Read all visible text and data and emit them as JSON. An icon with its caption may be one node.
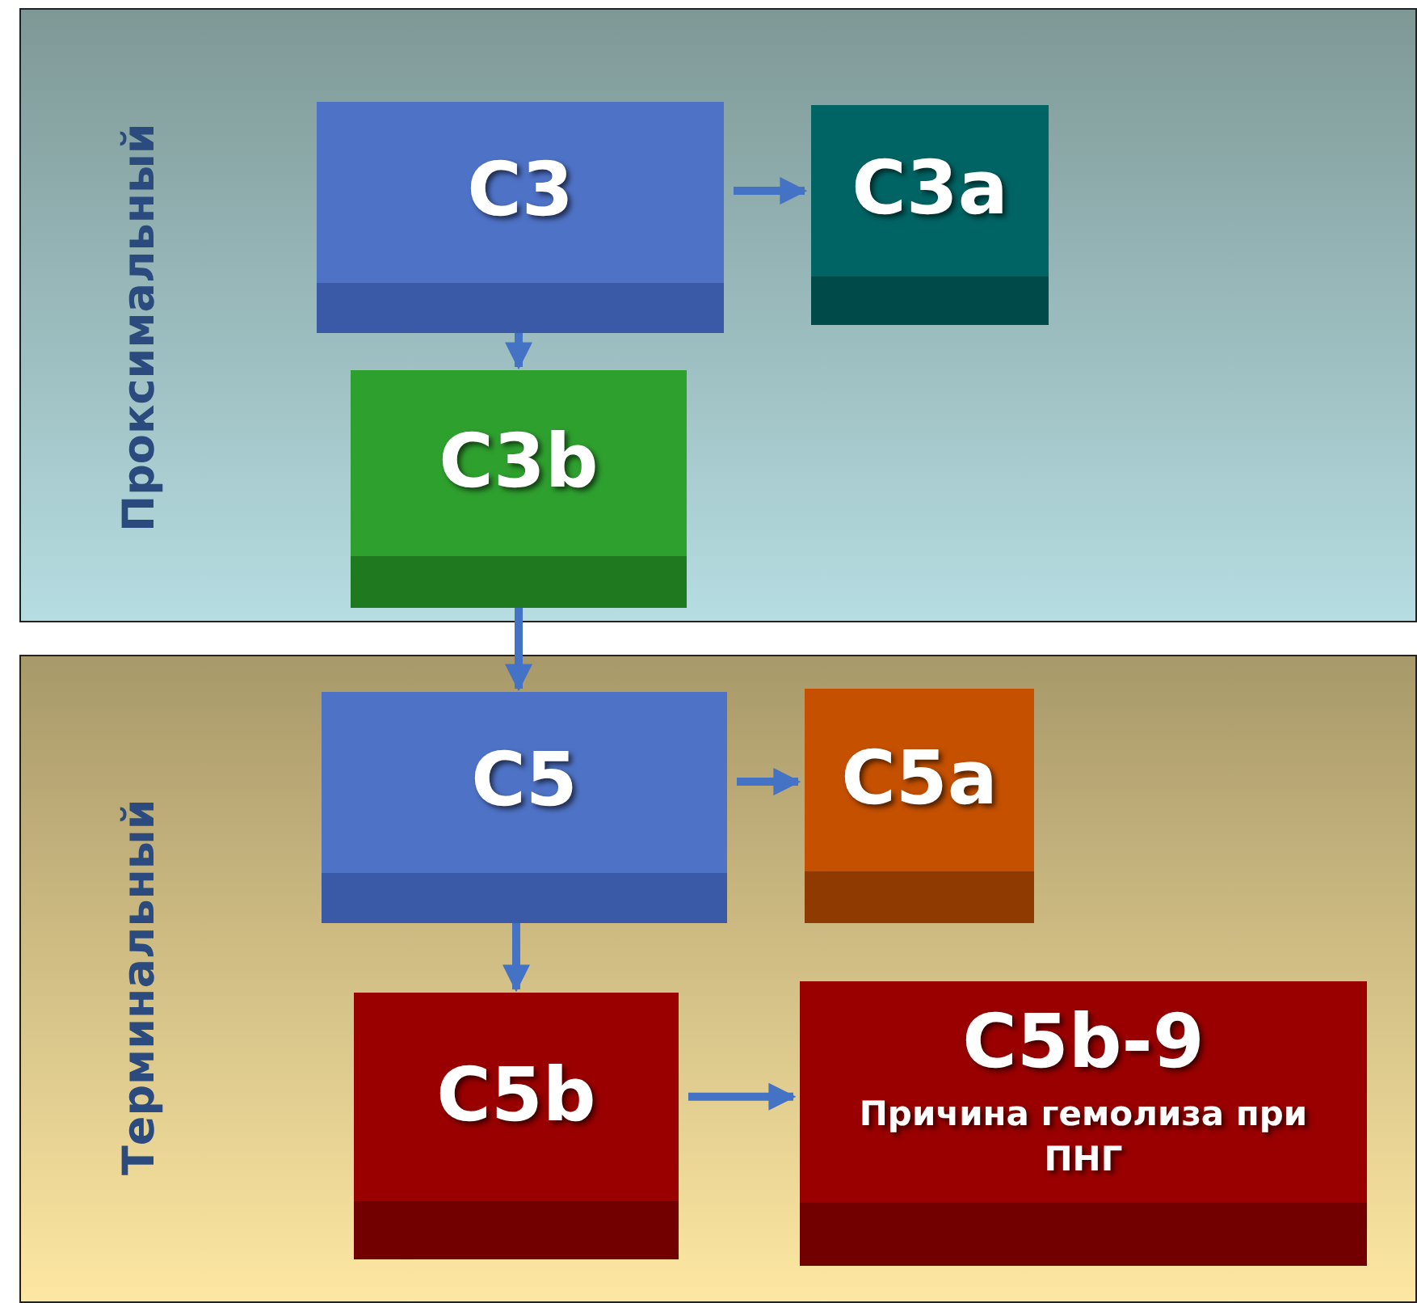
{
  "diagram": {
    "nodes": [
      {
        "text": [
          "Проксимальный"
        ]
      },
      {
        "text": [
          "Терминальный"
        ]
      },
      {
        "text": [
          "C3"
        ],
        "in": 0
      },
      {
        "text": [
          "C3a"
        ],
        "in": 0
      },
      {
        "text": [
          "C3b"
        ],
        "in": 0
      },
      {
        "text": [
          "C5"
        ],
        "in": 1
      },
      {
        "text": [
          "C5a"
        ],
        "in": 1
      },
      {
        "text": [
          "C5b"
        ],
        "in": 1
      },
      {
        "text": [
          "C5b-9",
          "Причина гемолиза при ПНГ"
        ],
        "in": 1
      }
    ],
    "edges": [
      {
        "from": 2,
        "to": 3,
        "arrow": "to"
      },
      {
        "from": 2,
        "to": 4,
        "arrow": "to"
      },
      {
        "from": 4,
        "to": 5,
        "arrow": "to"
      },
      {
        "from": 5,
        "to": 6,
        "arrow": "to"
      },
      {
        "from": 5,
        "to": 7,
        "arrow": "to"
      },
      {
        "from": 7,
        "to": 8,
        "arrow": "to"
      }
    ]
  }
}
